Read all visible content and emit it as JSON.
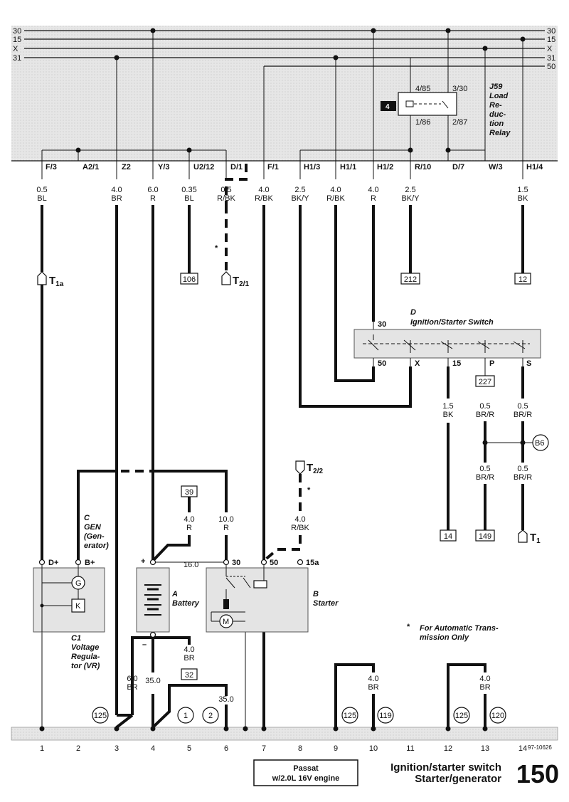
{
  "bus_labels_left": [
    "30",
    "15",
    "X",
    "31"
  ],
  "bus_labels_right": [
    "30",
    "15",
    "X",
    "31",
    "50"
  ],
  "relay": {
    "position_badge": "4",
    "pins": [
      "4/85",
      "3/30",
      "1/86",
      "2/87"
    ],
    "label": "J59 Load Re- duc- tion Relay"
  },
  "connectors": [
    "F/3",
    "A2/1",
    "Z2",
    "Y/3",
    "U2/12",
    "D/1",
    "F/1",
    "H1/3",
    "H1/1",
    "H1/2",
    "R/10",
    "D/7",
    "W/3",
    "H1/4"
  ],
  "wires_top": [
    {
      "size": "0.5",
      "color": "BL"
    },
    {
      "size": "4.0",
      "color": "BR"
    },
    {
      "size": "6.0",
      "color": "R"
    },
    {
      "size": "0.35",
      "color": "BL"
    },
    {
      "size": "0.5",
      "color": "R/BK"
    },
    {
      "size": "4.0",
      "color": "R/BK"
    },
    {
      "size": "2.5",
      "color": "BK/Y"
    },
    {
      "size": "4.0",
      "color": "R/BK"
    },
    {
      "size": "4.0",
      "color": "R"
    },
    {
      "size": "2.5",
      "color": "BK/Y"
    },
    {
      "size": "1.5",
      "color": "BK"
    }
  ],
  "refs": {
    "r106": "106",
    "r212": "212",
    "r12": "12",
    "r227": "227",
    "r14": "14",
    "r149": "149",
    "r39": "39",
    "r32": "32"
  },
  "terminals": {
    "t1a_base": "T",
    "t1a_sub": "1a",
    "t21_base": "T",
    "t21_sub": "2/1",
    "t22_base": "T",
    "t22_sub": "2/2",
    "t1_base": "T",
    "t1_sub": "1",
    "asterisk": "*"
  },
  "ignition_switch": {
    "label_line1": "D",
    "label_line2": "Ignition/Starter Switch",
    "terminals": [
      "30",
      "50",
      "X",
      "15",
      "P",
      "S"
    ]
  },
  "switch_wires": [
    {
      "size": "1.5",
      "color": "BK"
    },
    {
      "size": "0.5",
      "color": "BR/R"
    },
    {
      "size": "0.5",
      "color": "BR/R"
    },
    {
      "size": "0.5",
      "color": "BR/R"
    },
    {
      "size": "0.5",
      "color": "BR/R"
    }
  ],
  "splice_b6": "B6",
  "generator": {
    "label": [
      "C",
      "GEN",
      "(Gen-",
      "erator)"
    ],
    "pins": [
      "D+",
      "B+"
    ],
    "regulator_label": [
      "C1",
      "Voltage",
      "Regula-",
      "tor (VR)"
    ],
    "g_symbol": "G",
    "k_symbol": "K"
  },
  "battery": {
    "label": [
      "A",
      "Battery"
    ],
    "plus": "+",
    "minus": "–",
    "cable": "16.0"
  },
  "starter": {
    "label": [
      "B",
      "Starter"
    ],
    "pins": [
      "30",
      "50",
      "15a"
    ],
    "motor": "M"
  },
  "mid_wires": [
    {
      "size": "4.0",
      "color": "R"
    },
    {
      "size": "10.0",
      "color": "R"
    },
    {
      "size": "4.0",
      "color": "R/BK"
    },
    {
      "size": "4.0",
      "color": "BR"
    },
    {
      "size": "6.0",
      "color": "BR"
    },
    {
      "size": "35.0",
      "color": ""
    },
    {
      "size": "35.0",
      "color": ""
    },
    {
      "size": "4.0",
      "color": "BR"
    },
    {
      "size": "4.0",
      "color": "BR"
    }
  ],
  "note": [
    "For Automatic Trans-",
    "mission Only"
  ],
  "ground_circles": [
    "125",
    "1",
    "2",
    "125",
    "119",
    "125",
    "120"
  ],
  "numbers": [
    "1",
    "2",
    "3",
    "4",
    "5",
    "6",
    "7",
    "8",
    "9",
    "10",
    "11",
    "12",
    "13",
    "14"
  ],
  "doc_code": "97-10626",
  "footer": {
    "model_line1": "Passat",
    "model_line2": "w/2.0L 16V engine",
    "title_line1": "Ignition/starter switch",
    "title_line2": "Starter/generator",
    "page": "150"
  }
}
